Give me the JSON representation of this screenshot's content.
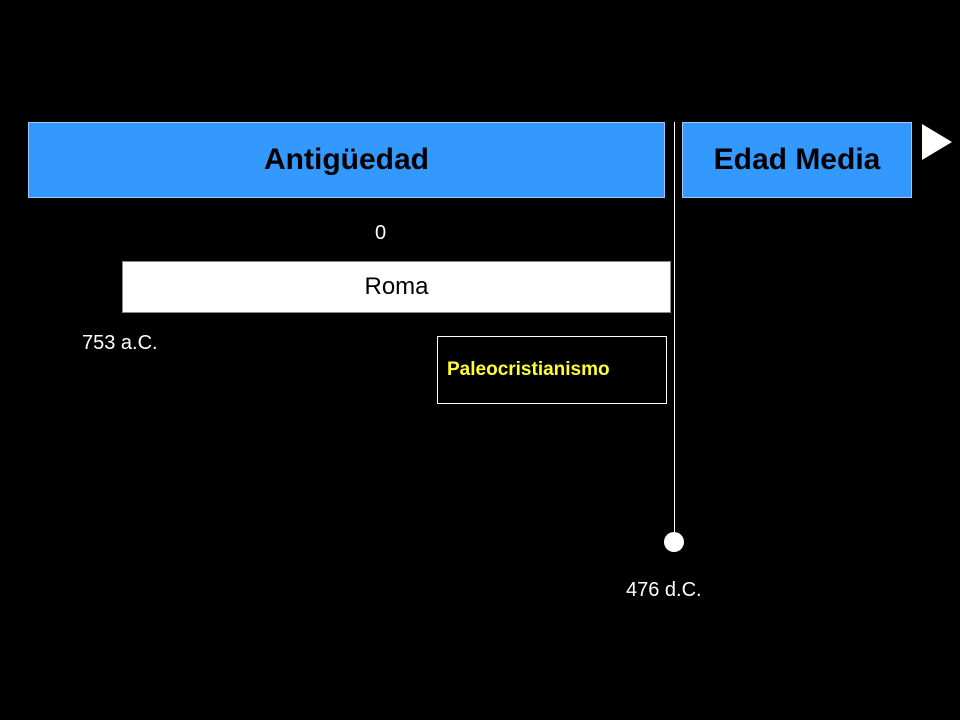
{
  "eras": {
    "antiguedad": "Antigüedad",
    "edad_media": "Edad Media"
  },
  "markers": {
    "zero": "0",
    "start_roma": "753 a.C.",
    "end_antiguedad": "476 d.C."
  },
  "periods": {
    "roma": "Roma",
    "paleocristianismo": "Paleocristianismo"
  },
  "colors": {
    "era_bar": "#3399ff",
    "paleo_text": "#ffff33",
    "background": "#000000"
  }
}
